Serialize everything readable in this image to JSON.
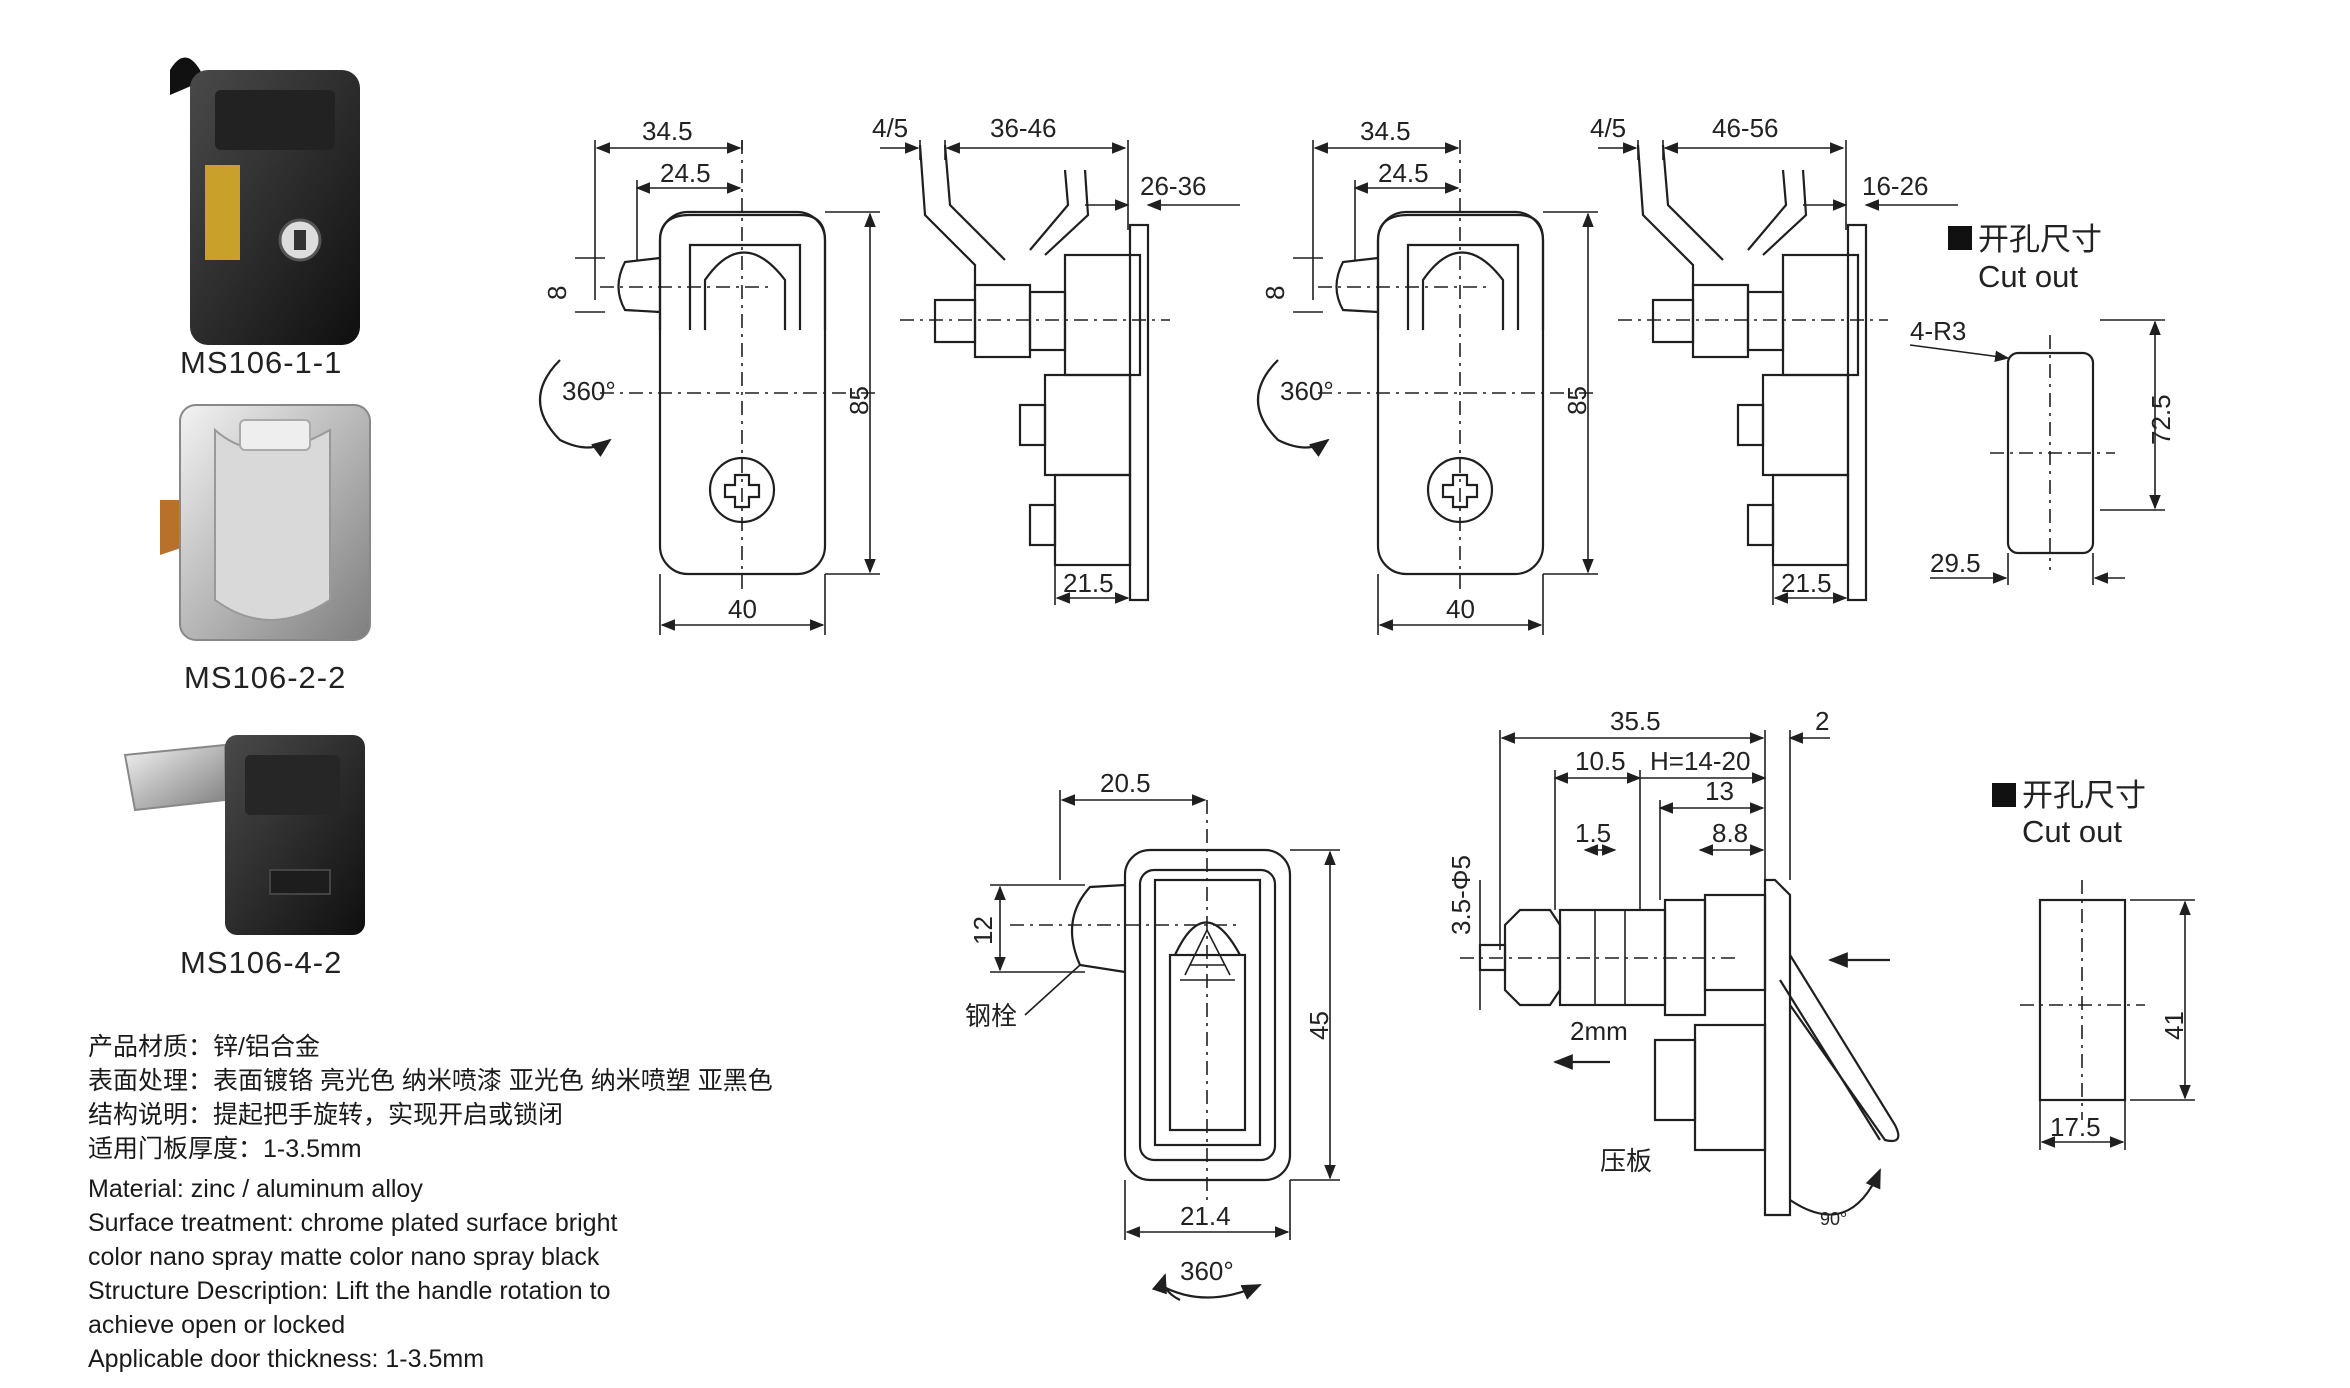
{
  "products": [
    {
      "model": "MS106-1-1",
      "finish": "black"
    },
    {
      "model": "MS106-2-2",
      "finish": "chrome"
    },
    {
      "model": "MS106-4-2",
      "finish": "black"
    }
  ],
  "drawing_top_left": {
    "dims": {
      "d1": "34.5",
      "d2": "24.5",
      "d3": "8",
      "height": "85",
      "width": "40",
      "rotation": "360°"
    },
    "side_dims": {
      "gap": "4/5",
      "range_a": "36-46",
      "range_b": "26-36",
      "base": "21.5"
    }
  },
  "drawing_top_right": {
    "dims": {
      "d1": "34.5",
      "d2": "24.5",
      "d3": "8",
      "height": "85",
      "width": "40",
      "rotation": "360°"
    },
    "side_dims": {
      "gap": "4/5",
      "range_a": "46-56",
      "range_b": "16-26",
      "base": "21.5"
    }
  },
  "cutout_top": {
    "title_cn": "开孔尺寸",
    "title_en": "Cut out",
    "radius": "4-R3",
    "height": "72.5",
    "width": "29.5"
  },
  "drawing_bottom_front": {
    "d_top": "20.5",
    "d_side": "12",
    "height": "45",
    "width": "21.4",
    "rotation": "360°",
    "label_pin": "钢栓"
  },
  "drawing_bottom_side": {
    "overall": "35.5",
    "gap": "2",
    "d1": "10.5",
    "h_range": "H=14-20",
    "d2": "13",
    "d3": "1.5",
    "d4": "8.8",
    "bolt": "3.5-Φ5",
    "travel": "2mm",
    "label_plate": "压板",
    "angle": "90°"
  },
  "cutout_bottom": {
    "title_cn": "开孔尺寸",
    "title_en": "Cut out",
    "height": "41",
    "width": "17.5"
  },
  "description": {
    "cn": [
      "产品材质：锌/铝合金",
      "表面处理：表面镀铬 亮光色 纳米喷漆 亚光色 纳米喷塑 亚黑色",
      "结构说明：提起把手旋转，实现开启或锁闭",
      "适用门板厚度：1-3.5mm"
    ],
    "en": [
      "Material: zinc / aluminum alloy",
      "Surface treatment: chrome plated surface bright",
      "color nano spray matte color nano spray black",
      "Structure Description: Lift the handle rotation to",
      "achieve open or locked",
      "Applicable door thickness: 1-3.5mm"
    ]
  }
}
